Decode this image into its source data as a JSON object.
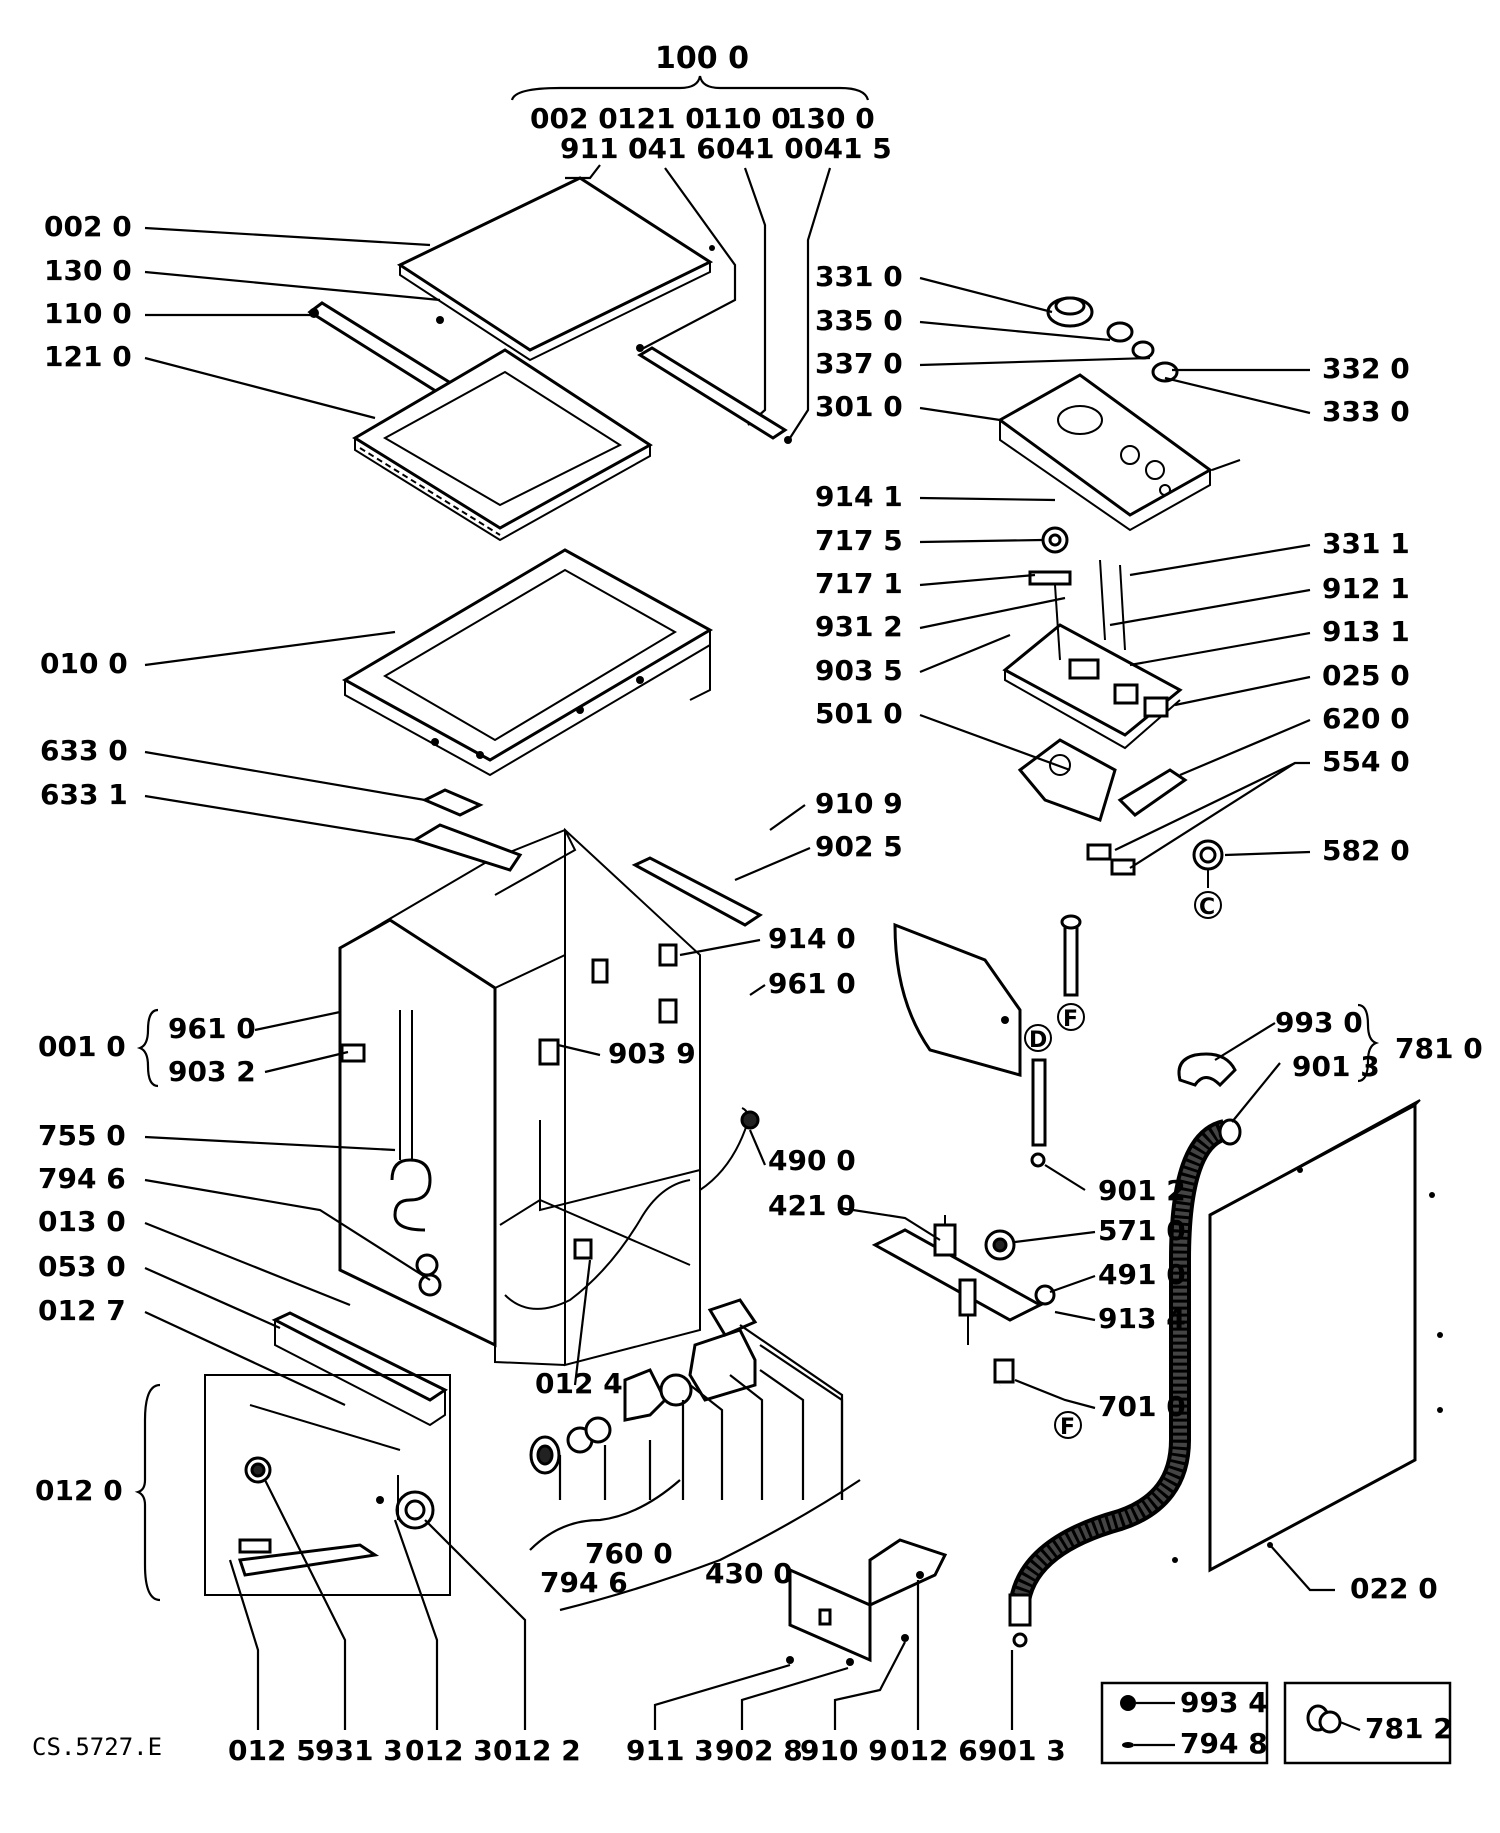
{
  "diagram_code": "CS.5727.E",
  "group_labels": {
    "top_group": "100 0",
    "top_group_sub_row1": [
      "002 0",
      "121 0",
      "110 0",
      "130 0"
    ],
    "top_group_sub_row2": [
      "911 0",
      "041 6",
      "041 0",
      "041 5"
    ],
    "bracket_001": "001 0",
    "bracket_781": "781 0",
    "bracket_012": "012 0"
  },
  "labels": {
    "l002_0": "002 0",
    "l130_0": "130 0",
    "l110_0": "110 0",
    "l121_0": "121 0",
    "l010_0": "010 0",
    "l633_0": "633 0",
    "l633_1": "633 1",
    "l961_0a": "961 0",
    "l903_2": "903 2",
    "l755_0": "755 0",
    "l794_6a": "794 6",
    "l013_0": "013 0",
    "l053_0": "053 0",
    "l012_7": "012 7",
    "l331_0": "331 0",
    "l335_0": "335 0",
    "l337_0": "337 0",
    "l301_0": "301 0",
    "l332_0": "332 0",
    "l333_0": "333 0",
    "l914_1": "914 1",
    "l717_5": "717 5",
    "l717_1": "717 1",
    "l931_2": "931 2",
    "l903_5": "903 5",
    "l501_0": "501 0",
    "l331_1": "331 1",
    "l912_1": "912 1",
    "l913_1": "913 1",
    "l025_0": "025 0",
    "l620_0": "620 0",
    "l554_0": "554 0",
    "l582_0": "582 0",
    "l910_9a": "910 9",
    "l902_5": "902 5",
    "l914_0": "914 0",
    "l961_0b": "961 0",
    "l903_9": "903 9",
    "l490_0": "490 0",
    "l421_0": "421 0",
    "l993_0": "993 0",
    "l901_3a": "901 3",
    "l901_2": "901 2",
    "l571_0": "571 0",
    "l491_0": "491 0",
    "l913_4": "913 4",
    "l701_0": "701 0",
    "l012_4": "012 4",
    "l760_0": "760 0",
    "l794_6b": "794 6",
    "l430_0": "430 0",
    "l022_0": "022 0",
    "l012_5": "012 5",
    "l931_3": "931 3",
    "l012_3": "012 3",
    "l012_2": "012 2",
    "l911_3": "911 3",
    "l902_8": "902 8",
    "l910_9b": "910 9",
    "l012_6": "012 6",
    "l901_3b": "901 3"
  },
  "legend": {
    "box1_item1": "993 4",
    "box1_item2": "794 8",
    "box2_item1": "781 2"
  },
  "circle_markers": {
    "c": "C",
    "f1": "F",
    "f2": "F",
    "d": "D"
  }
}
